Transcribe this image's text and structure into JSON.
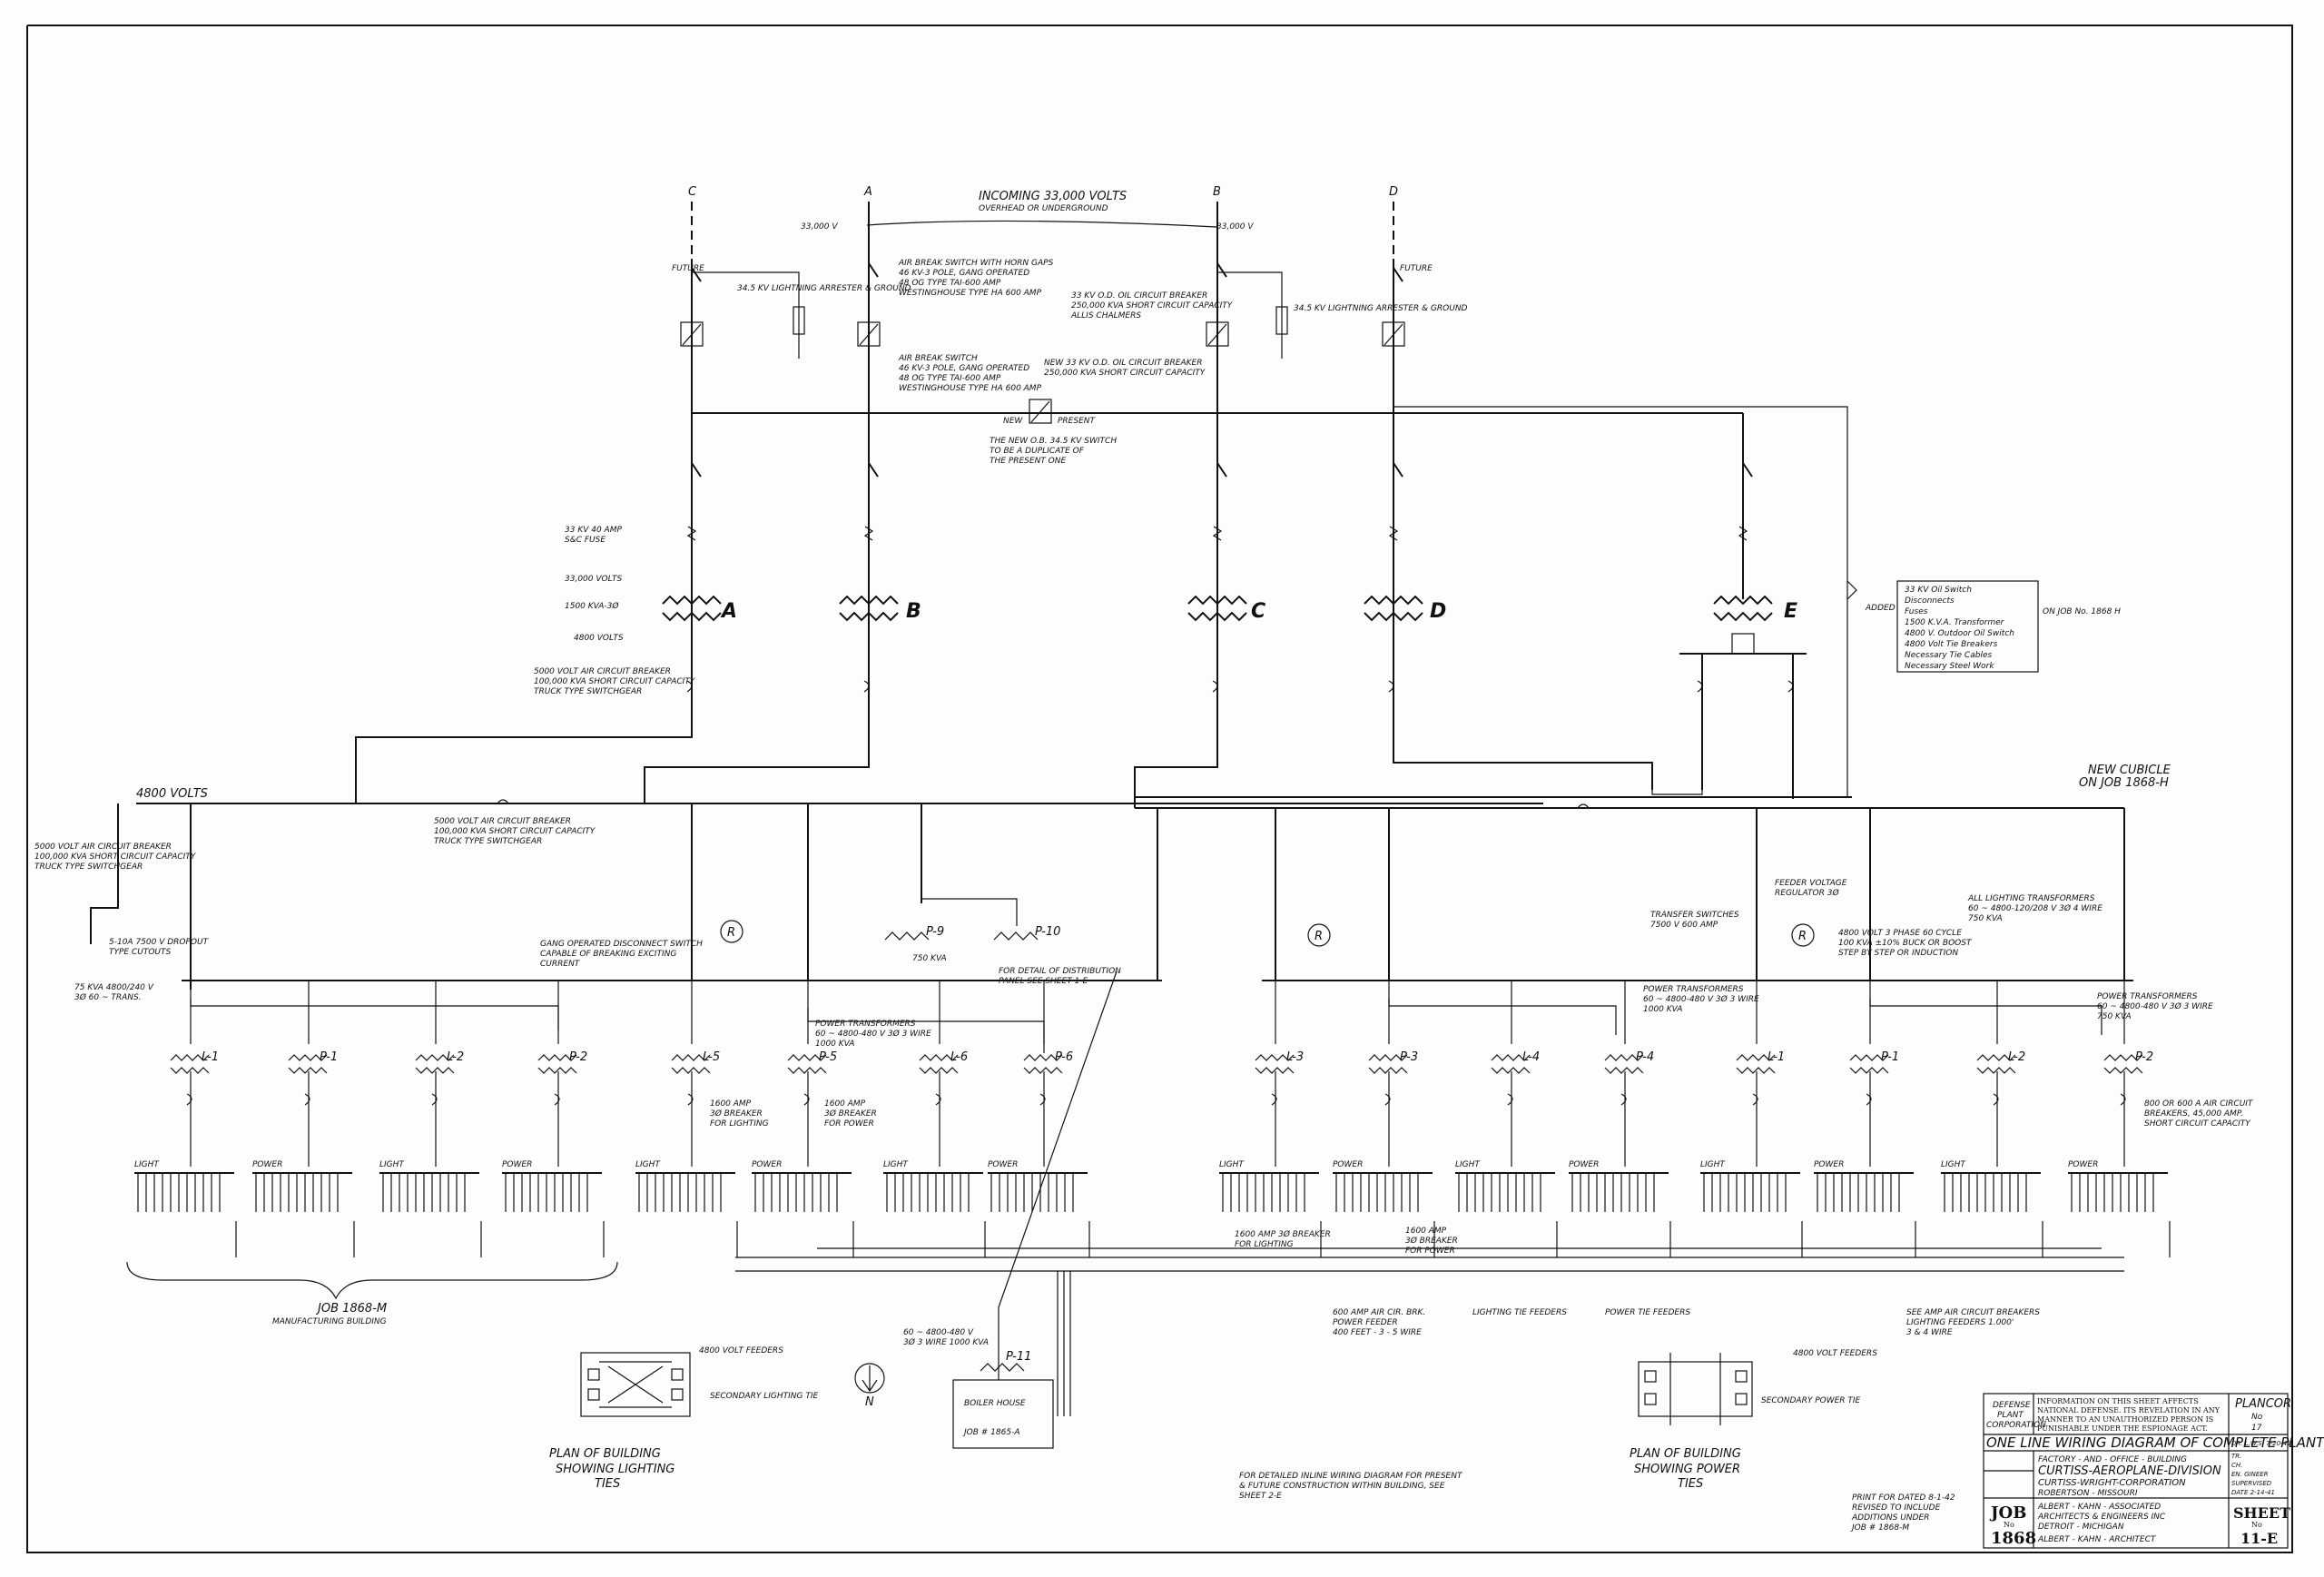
{
  "incoming": {
    "text": "INCOMING 33,000 VOLTS",
    "sub": "OVERHEAD OR UNDERGROUND",
    "left_kv": "33,000 V",
    "right_kv": "33,000 V"
  },
  "lines": [
    "C",
    "A",
    "B",
    "D"
  ],
  "future_left": "FUTURE",
  "future_right": "FUTURE",
  "arrester_left": "34.5 KV LIGHTNING ARRESTER & GROUND",
  "arrester_right": "34.5 KV LIGHTNING ARRESTER & GROUND",
  "air_break_1": [
    "AIR BREAK SWITCH WITH HORN GAPS",
    "46 KV-3 POLE, GANG OPERATED",
    "48 OG TYPE TAI-600 AMP",
    "WESTINGHOUSE TYPE HA 600 AMP"
  ],
  "air_break_2": [
    "AIR BREAK SWITCH",
    "46 KV-3 POLE, GANG OPERATED",
    "48 OG TYPE TAI-600 AMP",
    "WESTINGHOUSE TYPE HA 600 AMP"
  ],
  "oil_cb": [
    "33 KV O.D. OIL CIRCUIT BREAKER",
    "250,000 KVA SHORT CIRCUIT CAPACITY",
    "ALLIS CHALMERS"
  ],
  "oil_cb_new": [
    "NEW 33 KV O.D. OIL CIRCUIT BREAKER",
    "250,000 KVA SHORT CIRCUIT CAPACITY"
  ],
  "tie_new": "NEW",
  "tie_present": "PRESENT",
  "tie_note": [
    "THE NEW O.B. 34.5 KV SWITCH",
    "TO BE A DUPLICATE OF",
    "THE PRESENT ONE"
  ],
  "fuse_note": [
    "33 KV 40 AMP",
    "S&C FUSE"
  ],
  "volts_33": "33,000 VOLTS",
  "kva_note": "1500 KVA-3Ø",
  "volts_4800": "4800 VOLTS",
  "transformers": [
    "A",
    "B",
    "C",
    "D",
    "E"
  ],
  "breaker_note": [
    "5000 VOLT AIR CIRCUIT BREAKER",
    "100,000 KVA SHORT CIRCUIT CAPACITY",
    "TRUCK TYPE SWITCHGEAR"
  ],
  "added_label": "ADDED",
  "added_items": [
    "33 KV Oil Switch",
    "Disconnects",
    "Fuses",
    "1500 K.V.A. Transformer",
    "4800 V. Outdoor Oil Switch",
    "4800 Volt Tie Breakers",
    "Necessary Tie Cables",
    "Necessary Steel Work"
  ],
  "added_ref": "ON JOB No. 1868 H",
  "bus_4800": "4800 VOLTS",
  "new_cubicle": "NEW CUBICLE",
  "new_cubicle_job": "ON JOB 1868-H",
  "left_breaker": [
    "5000 VOLT AIR CIRCUIT BREAKER",
    "100,000 KVA SHORT CIRCUIT CAPACITY",
    "TRUCK TYPE SWITCHGEAR"
  ],
  "cutouts": [
    "5-10A 7500 V DROPOUT",
    "TYPE CUTOUTS"
  ],
  "xfmr_l": [
    "75 KVA 4800/240 V",
    "3Ø 60 ~ TRANS."
  ],
  "mid_breaker": [
    "5000 VOLT AIR CIRCUIT BREAKER",
    "100,000 KVA SHORT CIRCUIT CAPACITY",
    "TRUCK TYPE SWITCHGEAR"
  ],
  "gang_note": [
    "GANG OPERATED DISCONNECT SWITCH",
    "CAPABLE OF BREAKING EXCITING",
    "CURRENT"
  ],
  "boiler_note": [
    "FOR DETAIL OF DISTRIBUTION",
    "PANEL SEE SHEET 1-E"
  ],
  "p9": "P-9",
  "p10": "P-10",
  "p9_kva": "750 KVA",
  "power_xf_left": [
    "POWER TRANSFORMERS",
    "60 ~ 4800-480 V 3Ø 3 WIRE",
    "1000 KVA"
  ],
  "feeder_reg": [
    "FEEDER VOLTAGE",
    "REGULATOR 3Ø"
  ],
  "transfer_sw": [
    "TRANSFER SWITCHES",
    "7500 V 600 AMP"
  ],
  "reg_note": [
    "4800 VOLT 3 PHASE 60 CYCLE",
    "100 KVA ±10% BUCK OR BOOST",
    "STEP BY STEP OR INDUCTION"
  ],
  "light_xf": [
    "ALL LIGHTING TRANSFORMERS",
    "60 ~ 4800-120/208 V 3Ø 4 WIRE",
    "750 KVA"
  ],
  "power_xf_mid": [
    "POWER TRANSFORMERS",
    "60 ~ 4800-480 V 3Ø 3 WIRE",
    "1000 KVA"
  ],
  "power_xf_right": [
    "POWER TRANSFORMERS",
    "60 ~ 4800-480 V 3Ø 3 WIRE",
    "750 KVA"
  ],
  "units": [
    "L-1",
    "P-1",
    "L-2",
    "P-2",
    "L-5",
    "P-5",
    "L-6",
    "P-6",
    "L-3",
    "P-3",
    "L-4",
    "P-4",
    "L-1",
    "P-1",
    "L-2",
    "P-2"
  ],
  "regulator": "R",
  "breaker_1600_light": [
    "1600 AMP",
    "3Ø BREAKER",
    "FOR LIGHTING"
  ],
  "breaker_1600_power": [
    "1600 AMP",
    "3Ø BREAKER",
    "FOR POWER"
  ],
  "breaker_1600_light2": [
    "1600 AMP 3Ø BREAKER",
    "FOR LIGHTING"
  ],
  "breaker_1600_power2": [
    "1600 AMP",
    "3Ø BREAKER",
    "FOR POWER"
  ],
  "cb_right": [
    "800 OR 600 A AIR CIRCUIT",
    "BREAKERS, 45,000 AMP.",
    "SHORT CIRCUIT CAPACITY"
  ],
  "panel_labels": [
    "LIGHT",
    "POWER",
    "LIGHT",
    "POWER",
    "LIGHT",
    "POWER",
    "LIGHT",
    "POWER",
    "LIGHT",
    "POWER",
    "LIGHT",
    "POWER",
    "LIGHT",
    "POWER",
    "LIGHT",
    "POWER"
  ],
  "job_1868m": "JOB 1868-M",
  "manufacturing": "MANUFACTURING BUILDING",
  "air_cb_feeder": [
    "600 AMP AIR CIR. BRK.",
    "POWER FEEDER",
    "400 FEET - 3 - 5 WIRE"
  ],
  "lighting_tie": "LIGHTING TIE FEEDERS",
  "power_tie": "POWER TIE FEEDERS",
  "see_air": [
    "SEE AMP AIR CIRCUIT BREAKERS",
    "LIGHTING FEEDERS 1.000'",
    "3 & 4 WIRE"
  ],
  "boiler_xf": [
    "60 ~ 4800-480 V",
    "3Ø 3 WIRE 1000 KVA"
  ],
  "p11": "P-11",
  "boiler_house": "BOILER HOUSE",
  "boiler_job": "JOB # 1865-A",
  "left_plan": {
    "feeders": "4800 VOLT FEEDERS",
    "ties": "SECONDARY LIGHTING TIE",
    "title1": "PLAN OF BUILDING",
    "title2": "SHOWING LIGHTING",
    "title3": "TIES"
  },
  "right_plan": {
    "feeders": "4800 VOLT FEEDERS",
    "ties": "SECONDARY POWER TIE",
    "title1": "PLAN OF BUILDING",
    "title2": "SHOWING POWER",
    "title3": "TIES"
  },
  "north": "N",
  "detail_note": [
    "FOR DETAILED INLINE WIRING DIAGRAM FOR PRESENT",
    "& FUTURE CONSTRUCTION WITHIN BUILDING, SEE",
    "SHEET 2-E"
  ],
  "revision_note": [
    "PRINT FOR DATED 8-1-42",
    "REVISED TO INCLUDE",
    "ADDITIONS UNDER",
    "JOB # 1868-M"
  ],
  "title_block": {
    "defense": [
      "DEFENSE",
      "PLANT",
      "CORPORATION"
    ],
    "warning": [
      "INFORMATION ON THIS SHEET AFFECTS",
      "NATIONAL DEFENSE. ITS REVELATION IN ANY",
      "MANNER TO AN UNAUTHORIZED PERSON IS",
      "PUNISHABLE UNDER THE ESPIONAGE ACT."
    ],
    "plancor": [
      "PLANCOR",
      "No",
      "17"
    ],
    "title": "ONE LINE WIRING DIAGRAM OF COMPLETE PLANT",
    "subtitle": "FACTORY - AND - OFFICE - BUILDING",
    "company1": "CURTISS-AEROPLANE-DIVISION",
    "company2": "CURTISS-WRIGHT-CORPORATION",
    "location": "ROBERTSON - MISSOURI",
    "arch1": "ALBERT - KAHN - ASSOCIATED",
    "arch2": "ARCHITECTS & ENGINEERS INC",
    "arch3": "DETROIT - MICHIGAN",
    "arch4": "ALBERT - KAHN - ARCHITECT",
    "job_label": "JOB",
    "job_no": "No",
    "job_num": "1868",
    "sheet_label": "SHEET",
    "sheet_no": "No",
    "sheet_num": "11-E",
    "side": [
      "DR. L.W.S. 7-20-41",
      "TR.",
      "CH.",
      "EN. GINEER",
      "SUPERVISED",
      "DATE 2-14-41"
    ]
  }
}
